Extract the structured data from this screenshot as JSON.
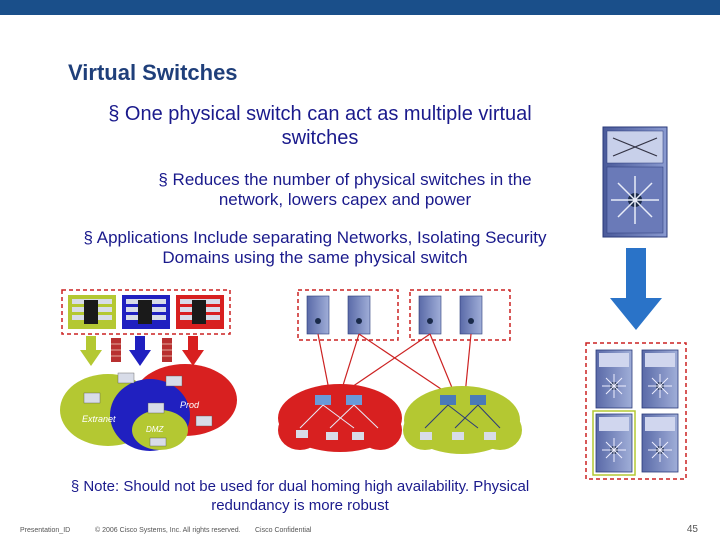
{
  "slide": {
    "title": "Virtual Switches",
    "bullets": [
      "§ One physical switch can act as multiple virtual switches",
      "§ Reduces the number of physical switches in the network, lowers capex and power",
      "§ Applications Include separating Networks, Isolating Security Domains using the same physical switch"
    ],
    "note": "§  Note: Should not be used for dual homing high availability.  Physical redundancy is more robust",
    "footer": {
      "presentation_id": "Presentation_ID",
      "copyright": "© 2006 Cisco Systems, Inc. All rights reserved.",
      "confidential": "Cisco Confidential",
      "page_number": "45"
    },
    "cloud_labels": {
      "prod": "Prod",
      "extranet": "Extranet",
      "dmz": "DMZ"
    }
  },
  "colors": {
    "title": "#1f3f7a",
    "text": "#1a1a8c",
    "topbar": "#1a4f8a",
    "arrow_blue": "#2a73c8",
    "cloud_red": "#d82020",
    "cloud_green": "#b4c832",
    "cloud_blue": "#2020c0"
  }
}
